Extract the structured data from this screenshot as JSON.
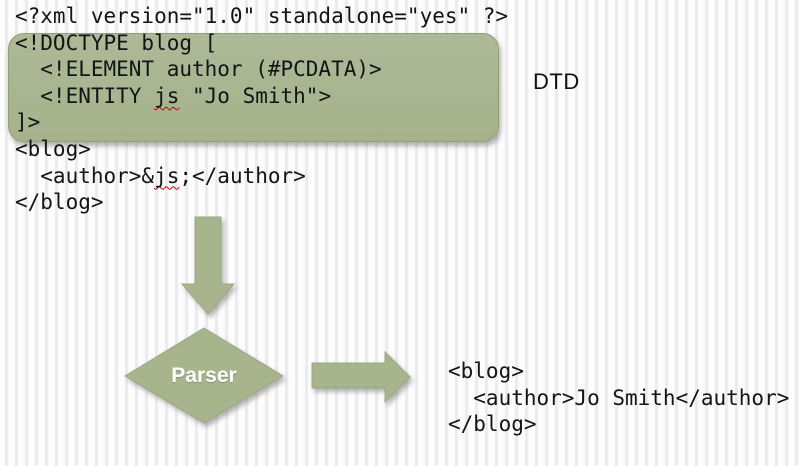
{
  "colors": {
    "shape_green": "#a7b48c",
    "box_green": "#a9b590",
    "box_border": "#8fa077",
    "stripe_gray": "#ededf0",
    "code_text": "#141414",
    "squiggle_red": "#cc0000",
    "parser_text": "#ffffff"
  },
  "code_left": {
    "lines": [
      {
        "parts": [
          {
            "t": "<?xml version=\"1.0\" standalone=\"yes\" ?>"
          }
        ]
      },
      {
        "parts": [
          {
            "t": "<!DOCTYPE blog ["
          }
        ]
      },
      {
        "parts": [
          {
            "t": "  <!ELEMENT author (#PCDATA)>"
          }
        ]
      },
      {
        "parts": [
          {
            "t": "  <!ENTITY "
          },
          {
            "t": "js",
            "misspelled": true
          },
          {
            "t": " \"Jo Smith\">"
          }
        ]
      },
      {
        "parts": [
          {
            "t": "]>"
          }
        ]
      },
      {
        "parts": [
          {
            "t": "<blog>"
          }
        ]
      },
      {
        "parts": [
          {
            "t": "  <author>&"
          },
          {
            "t": "js",
            "misspelled": true
          },
          {
            "t": ";</author>"
          }
        ]
      },
      {
        "parts": [
          {
            "t": "</blog>"
          }
        ]
      }
    ]
  },
  "dtd_label": "DTD",
  "parser": {
    "label": "Parser"
  },
  "code_output": {
    "lines": [
      {
        "parts": [
          {
            "t": "<blog>"
          }
        ]
      },
      {
        "parts": [
          {
            "t": "  <author>Jo Smith</author>"
          }
        ]
      },
      {
        "parts": [
          {
            "t": "</blog>"
          }
        ]
      }
    ]
  }
}
